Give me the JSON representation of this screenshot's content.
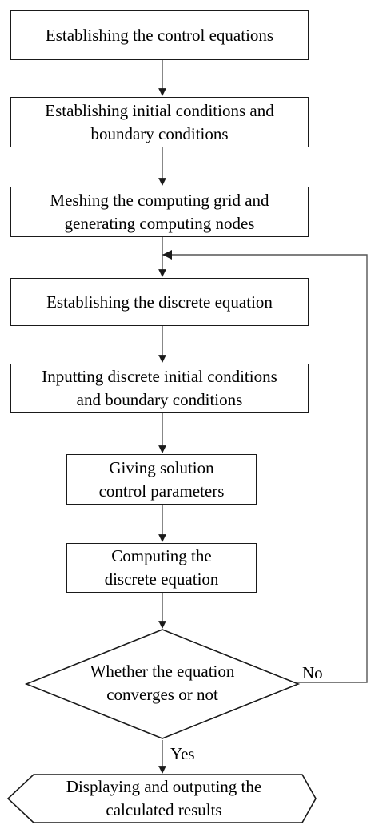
{
  "steps": [
    {
      "line1": "Establishing the control equations",
      "line2": ""
    },
    {
      "line1": "Establishing initial conditions and",
      "line2": "boundary conditions"
    },
    {
      "line1": "Meshing the computing grid and",
      "line2": "generating computing nodes"
    },
    {
      "line1": "Establishing the discrete equation",
      "line2": ""
    },
    {
      "line1": "Inputting discrete initial conditions",
      "line2": "and boundary conditions"
    },
    {
      "line1": "Giving solution",
      "line2": "control parameters"
    },
    {
      "line1": "Computing the",
      "line2": "discrete equation"
    }
  ],
  "decision": {
    "line1": "Whether the equation",
    "line2": "converges or not"
  },
  "branches": {
    "no": "No",
    "yes": "Yes"
  },
  "output": {
    "line1": "Displaying and outputing the",
    "line2": "calculated results"
  },
  "colors": {
    "stroke": "#1a1a1a",
    "connector": "#555555",
    "text": "#000000",
    "background": "#ffffff"
  }
}
